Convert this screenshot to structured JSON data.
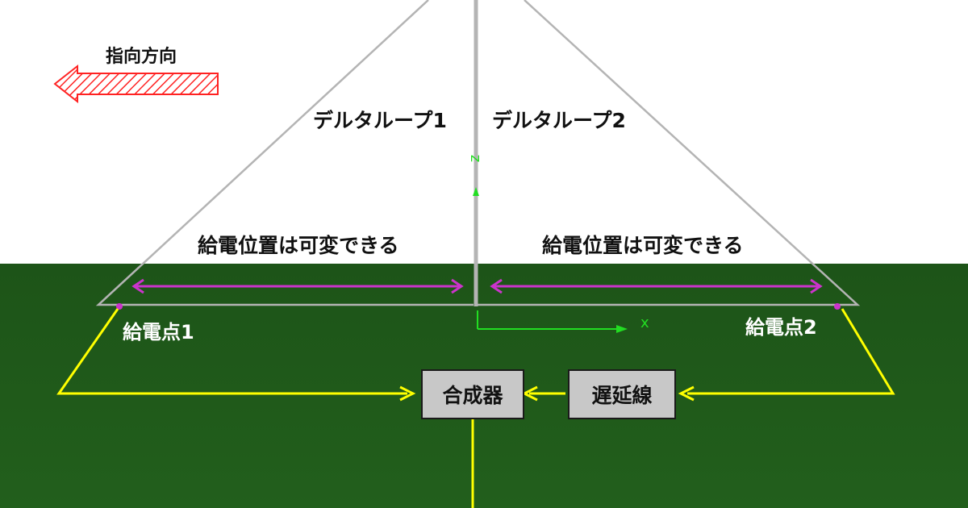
{
  "direction_label": "指向方向",
  "loop1_label": "デルタループ1",
  "loop2_label": "デルタループ2",
  "feed_variable_label_left": "給電位置は可変できる",
  "feed_variable_label_right": "給電位置は可変できる",
  "feed_point_1": "給電点1",
  "feed_point_2": "給電点2",
  "combiner_label": "合成器",
  "delay_line_label": "遅延線",
  "axis_x_label": "x",
  "axis_z_label": "z",
  "colors": {
    "ground": "#1f5a1a",
    "wire": "#b4b4b4",
    "feeder": "#ffff00",
    "range_arrow": "#cc33cc",
    "direction_arrow": "#ff2222",
    "axis": "#22dd22"
  }
}
